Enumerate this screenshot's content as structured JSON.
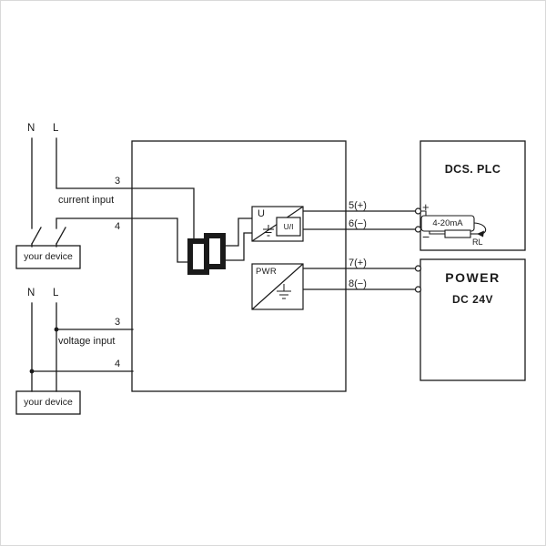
{
  "labels": {
    "n_top": "N",
    "l_top": "L",
    "n_bottom": "N",
    "l_bottom": "L",
    "current_input": "current input",
    "voltage_input": "voltage input",
    "device_top": "your device",
    "device_bottom": "your device"
  },
  "terminals": {
    "t3_current": "3",
    "t4_current": "4",
    "t3_voltage": "3",
    "t4_voltage": "4",
    "t5": "5(+)",
    "t6": "6(−)",
    "t7": "7(+)",
    "t8": "8(−)"
  },
  "converter": {
    "u_label": "U",
    "ui_label": "U/I",
    "pwr_label": "PWR"
  },
  "dcs_plc": {
    "title": "DCS. PLC",
    "plus": "+",
    "minus": "−",
    "signal_range": "4-20mA",
    "load_label": "RL"
  },
  "power_supply": {
    "title": "POWER",
    "voltage": "DC 24V"
  },
  "colors": {
    "line": "#1a1a1a",
    "background": "#ffffff"
  }
}
